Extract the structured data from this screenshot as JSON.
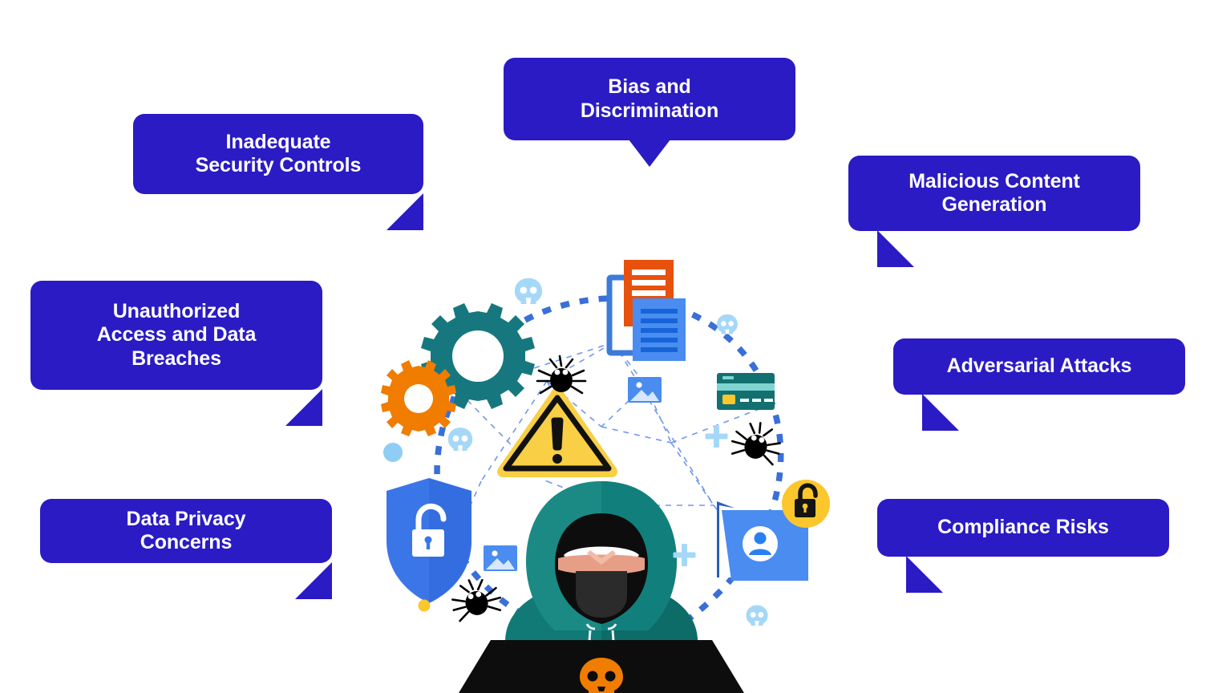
{
  "page": {
    "background_color": "#ffffff",
    "accent_color": "#2a1bc4",
    "title_present": false
  },
  "callouts": [
    {
      "id": "inadequate-security-controls",
      "label": "Inadequate\nSecurity Controls",
      "tail": "down-right"
    },
    {
      "id": "bias-and-discrimination",
      "label": "Bias and\nDiscrimination",
      "tail": "down"
    },
    {
      "id": "malicious-content-generation",
      "label": "Malicious Content\nGeneration",
      "tail": "down-left"
    },
    {
      "id": "unauthorized-access-and-data-breaches",
      "label": "Unauthorized\nAccess and Data\nBreaches",
      "tail": "down-right"
    },
    {
      "id": "adversarial-attacks",
      "label": "Adversarial Attacks",
      "tail": "down-left"
    },
    {
      "id": "data-privacy-concerns",
      "label": "Data Privacy\nConcerns",
      "tail": "down-right"
    },
    {
      "id": "compliance-risks",
      "label": "Compliance Risks",
      "tail": "down-left"
    }
  ],
  "illustration": {
    "name": "ai-security-risks-hacker-scene",
    "icons": [
      {
        "name": "gear-large-icon",
        "color": "#16787e"
      },
      {
        "name": "gear-small-icon",
        "color": "#f07c00"
      },
      {
        "name": "document-orange-icon",
        "color": "#e8500e"
      },
      {
        "name": "document-blue-icon",
        "color": "#4a8cf0"
      },
      {
        "name": "document-outline-icon",
        "color": "#3d7bd9"
      },
      {
        "name": "image-icon",
        "color": "#4a8cf0"
      },
      {
        "name": "credit-card-icon",
        "color": "#127070"
      },
      {
        "name": "warning-triangle-icon",
        "color": "#f8cf45"
      },
      {
        "name": "shield-unlocked-icon",
        "color": "#3b76e8"
      },
      {
        "name": "folder-user-icon",
        "color": "#4a8cf0"
      },
      {
        "name": "unlock-badge-icon",
        "color": "#fcc62d"
      },
      {
        "name": "hacker-figure",
        "color": "#117a77"
      },
      {
        "name": "laptop-icon",
        "color": "#0d0d0d"
      },
      {
        "name": "laptop-skull-icon",
        "color": "#f07c00"
      },
      {
        "name": "bug-icon",
        "color": "#000000"
      },
      {
        "name": "skull-decoration-icon",
        "color": "#a5d8f7"
      },
      {
        "name": "plus-decoration-icon",
        "color": "#a5d8f7"
      },
      {
        "name": "dot-blue-decoration",
        "color": "#8fcdf5"
      },
      {
        "name": "dot-yellow-decoration",
        "color": "#fcc62d"
      },
      {
        "name": "dotted-ring",
        "color": "#3a6fd8"
      },
      {
        "name": "network-lines",
        "color": "#6a93e8"
      }
    ]
  }
}
